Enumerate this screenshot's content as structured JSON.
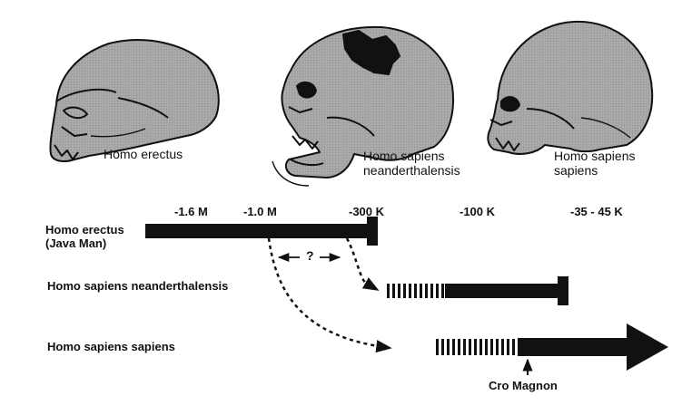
{
  "skulls": [
    {
      "id": "erectus",
      "label_lines": [
        "Homo erectus"
      ]
    },
    {
      "id": "neanderthal",
      "label_lines": [
        "Homo sapiens",
        "neanderthalensis"
      ]
    },
    {
      "id": "sapiens",
      "label_lines": [
        "Homo sapiens",
        "sapiens"
      ]
    }
  ],
  "timeline": {
    "ticks": [
      "-1.6 M",
      "-1.0 M",
      "-300 K",
      "-100 K",
      "-35 - 45 K"
    ],
    "species": [
      {
        "id": "erectus",
        "label_lines": [
          "Homo erectus",
          "(Java Man)"
        ]
      },
      {
        "id": "neanderthal",
        "label_lines": [
          "Homo sapiens neanderthalensis"
        ]
      },
      {
        "id": "sapiens",
        "label_lines": [
          "Homo sapiens sapiens"
        ]
      }
    ],
    "uncertainty_marker": "?",
    "annotation": "Cro Magnon"
  },
  "colors": {
    "skull_fill": "#a9a9a9",
    "ink": "#111111"
  }
}
